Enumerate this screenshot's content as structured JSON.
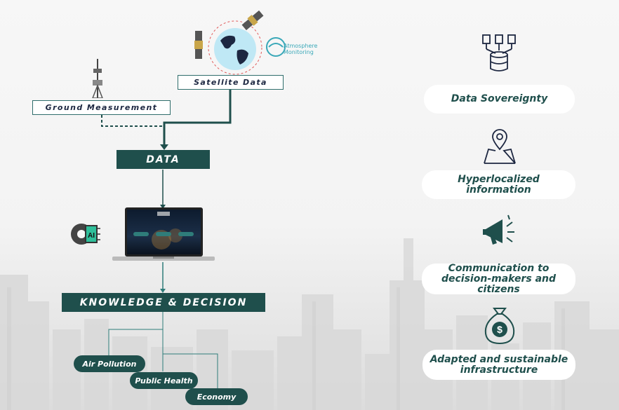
{
  "sources": {
    "satellite": "Satellite Data",
    "ground": "Ground Measurement",
    "logo_line1": "Atmosphere",
    "logo_line2": "Monitoring"
  },
  "data_label": "DATA",
  "knowledge_label": "KNOWLEDGE & DECISION",
  "laptop": {
    "buttons": [
      "",
      "",
      ""
    ]
  },
  "outputs": [
    "Air Pollution",
    "Public Health",
    "Economy"
  ],
  "benefits": [
    "Data Sovereignty",
    "Hyperlocalized information",
    "Communication to decision-makers and citizens",
    "Adapted and sustainable infrastructure"
  ],
  "colors": {
    "teal": "#1f4f4c",
    "accent": "#2f7d7a",
    "navy": "#1d2741"
  },
  "icons": [
    "satellite-icon",
    "earth-icon",
    "antenna-icon",
    "ai-chip-icon",
    "database-icon",
    "map-pin-icon",
    "megaphone-icon",
    "money-bag-icon"
  ]
}
